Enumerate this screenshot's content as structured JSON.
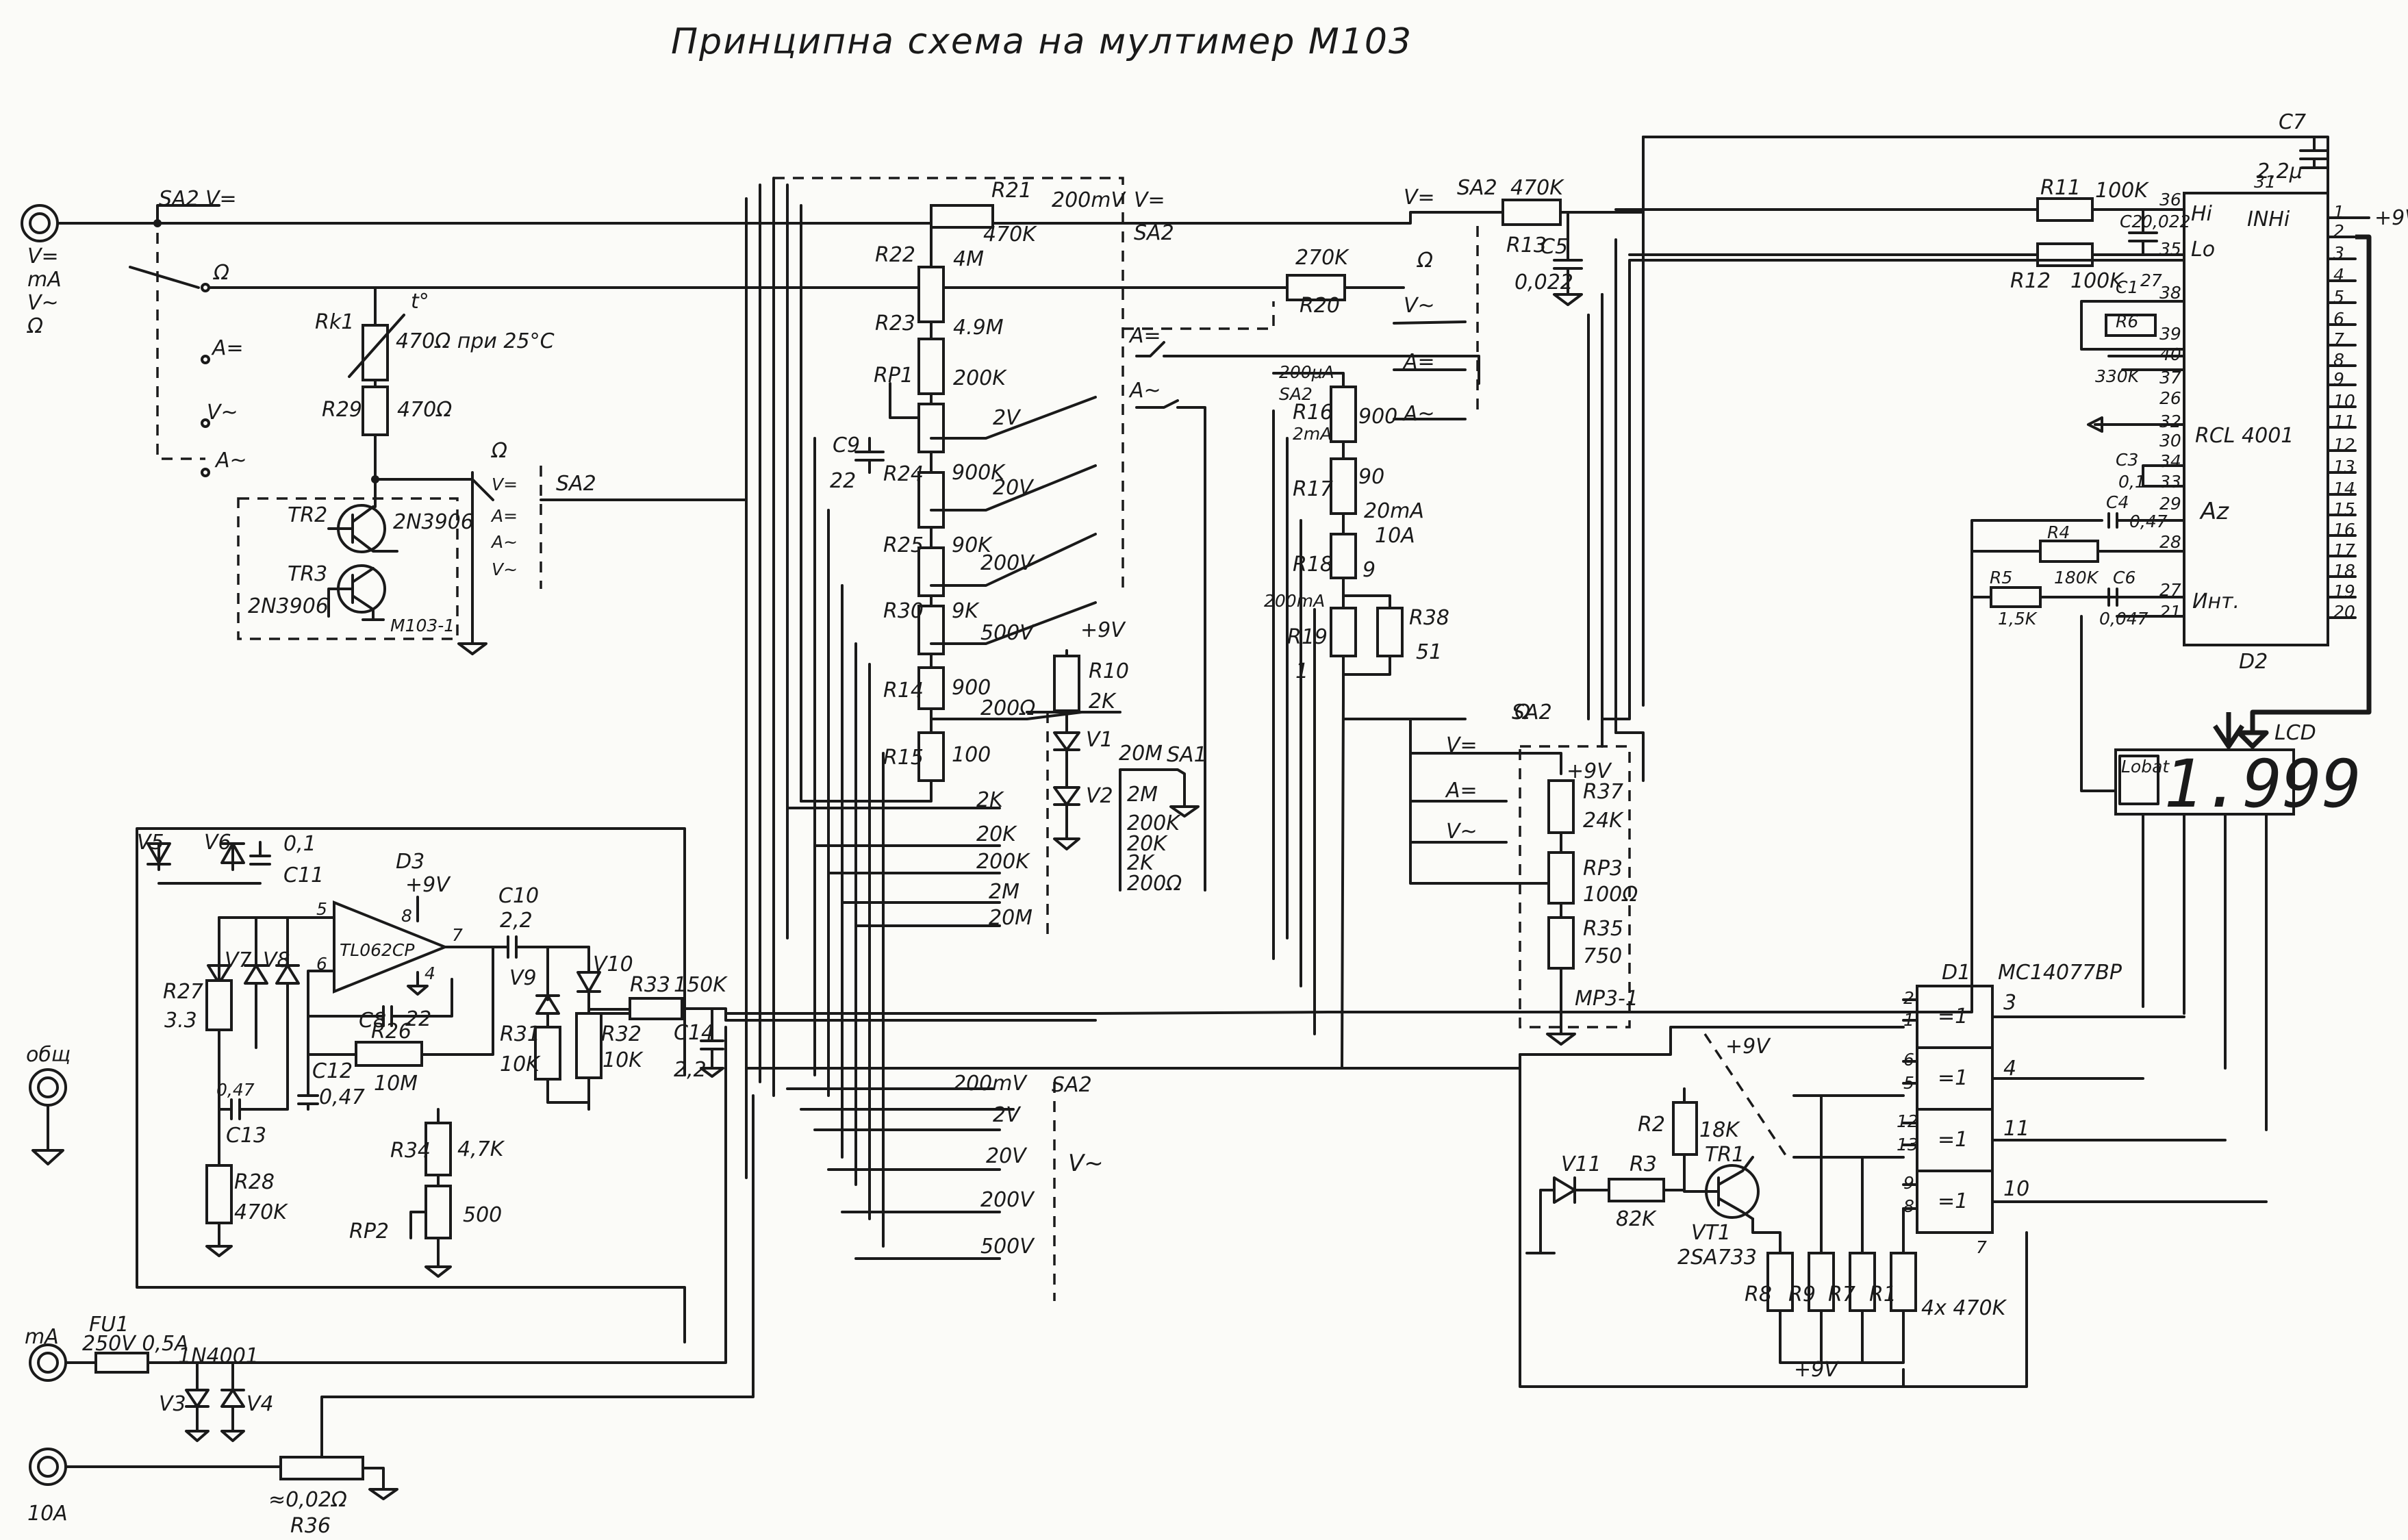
{
  "title": "Принципна   схема на мултимер М103",
  "jacks": {
    "main": [
      "V=",
      "mA",
      "V~",
      "Ω"
    ],
    "common": "общ",
    "ma": "mA",
    "tenA": "10A"
  },
  "switches": {
    "sa2": "SA2",
    "sa1": "SA1",
    "v_dc": "V=",
    "ohm": "Ω",
    "a_dc": "A=",
    "v_ac": "V~",
    "a_ac": "A~",
    "v_ac_pos": "V~"
  },
  "thermistor": {
    "ref": "Rk1",
    "value": "470Ω при 25°C",
    "t": "t°"
  },
  "r29": {
    "ref": "R29",
    "value": "470Ω"
  },
  "transistors": {
    "tr2": "TR2",
    "tr2_type": "2N3906",
    "tr3": "TR3",
    "tr3_type": "2N3906",
    "module": "M103-1"
  },
  "divider": {
    "r21": "R21",
    "r21v": "470K",
    "r22": "R22",
    "r22v": "4M",
    "r23": "R23",
    "r23v": "4.9M",
    "rp1": "RP1",
    "rp1v": "200K",
    "r24": "R24",
    "r24v": "900K",
    "r25": "R25",
    "r25v": "90K",
    "r30": "R30",
    "r30v": "9K",
    "r14": "R14",
    "r14v": "900",
    "r15": "R15",
    "r15v": "100",
    "c9": "C9",
    "c9v": "22",
    "ranges_v": [
      "200mV",
      "2V",
      "20V",
      "200V",
      "500V"
    ],
    "ranges_ohm": [
      "200Ω",
      "2K",
      "20K",
      "200K",
      "2M",
      "20M"
    ]
  },
  "r10": {
    "ref": "R10",
    "value": "2K",
    "supply": "+9V"
  },
  "diodes_v": {
    "v1": "V1",
    "v2": "V2"
  },
  "sa1_list": [
    "20M",
    "2M",
    "200K",
    "20K",
    "2K",
    "200Ω"
  ],
  "shunts": {
    "r16": "R16",
    "r16v": "900",
    "r17": "R17",
    "r17v": "90",
    "r18": "R18",
    "r18v": "9",
    "r19": "R19",
    "r19v": "1",
    "r38": "R38",
    "r38v": "51",
    "rng_200uA": "200μA",
    "rng_2mA": "2mA",
    "rng_20mA": "20mA",
    "rng_10A": "10A",
    "rng_200mA": "200mA"
  },
  "r20": {
    "ref": "R20",
    "value": "270K"
  },
  "r13": {
    "ref": "R13",
    "value": "470K"
  },
  "c5": {
    "ref": "C5",
    "value": "0,022"
  },
  "c7": {
    "ref": "C7",
    "value": "2,2μ"
  },
  "supply_plus": "+9V",
  "adc": {
    "ref": "D2",
    "type": "RCL 4001",
    "pins_left": [
      "36",
      "35",
      "38",
      "39",
      "40",
      "37",
      "26",
      "32",
      "30",
      "34",
      "33",
      "29",
      "28",
      "27",
      "21"
    ],
    "pins_right": [
      "1",
      "2",
      "3",
      "4",
      "5",
      "6",
      "7",
      "8",
      "9",
      "10",
      "11",
      "12",
      "13",
      "14",
      "15",
      "16",
      "17",
      "18",
      "19",
      "20"
    ],
    "pin31": "31",
    "hi": "Hi",
    "lo": "Lo",
    "inhi": "INHi",
    "az": "Az",
    "int": "Инт."
  },
  "adc_parts": {
    "r11": "R11",
    "r11v": "100K",
    "r12": "R12",
    "r12v": "100K",
    "c2": "C2",
    "c2v": "0,022",
    "c1": "C1",
    "c1v": "27",
    "r6": "R6",
    "r6v": "330K",
    "c3": "C3",
    "c3v": "0,1",
    "c4": "C4",
    "c4v": "0,47",
    "r4": "R4",
    "r4v": "180K",
    "r5": "R5",
    "r5v": "1,5K",
    "c6": "C6",
    "c6v": "0,047"
  },
  "lcd": {
    "label": "LCD",
    "batt": "Lobat",
    "digits": "1.999"
  },
  "xor": {
    "ref": "D1",
    "type": "MC14077BP",
    "gate": "=1",
    "in_pins": [
      "2",
      "1",
      "6",
      "5",
      "12",
      "13",
      "9",
      "8"
    ],
    "out_pins": [
      "3",
      "4",
      "11",
      "10"
    ],
    "pin7": "7"
  },
  "lobat": {
    "r2": "R2",
    "r2v": "18K",
    "r3": "R3",
    "r3v": "82K",
    "tr1": "TR1",
    "vt1": "VT1",
    "vt1t": "2SA733",
    "v11": "V11",
    "rnet": [
      "R8",
      "R9",
      "R7",
      "R1"
    ],
    "rnetv": "4x 470K",
    "supply": "+9V"
  },
  "mp3": {
    "r37": "R37",
    "r37v": "24K",
    "rp3": "RP3",
    "rp3v": "100Ω",
    "r35": "R35",
    "r35v": "750",
    "module": "MP3-1",
    "supply": "+9V"
  },
  "acconv": {
    "op": "TL062CP",
    "d3": "D3",
    "supply": "+9V",
    "pin5": "5",
    "pin6": "6",
    "pin7": "7",
    "pin8": "8",
    "pin4": "4",
    "v5": "V5",
    "v6": "V6",
    "v7": "V7",
    "v8": "V8",
    "v9": "V9",
    "v10": "V10",
    "c11": "C11",
    "c11v": "0,1",
    "c10": "C10",
    "c10v": "2,2",
    "c8": "C8",
    "c8v": "22",
    "r26": "R26",
    "r26v": "10M",
    "c12": "C12",
    "c12v": "0,47",
    "c13": "C13",
    "r27": "R27",
    "r27v": "3.3",
    "r28": "R28",
    "r28v": "470K",
    "r31": "R31",
    "r31v": "10K",
    "r32": "R32",
    "r32v": "10K",
    "r33": "R33",
    "r33v": "150K",
    "c14": "C14",
    "c14v": "2,2",
    "r34": "R34",
    "r34v": "4,7K",
    "rp2": "RP2",
    "rp2v": "500"
  },
  "acsel": {
    "ranges": [
      "200mV",
      "2V",
      "20V",
      "200V",
      "500V"
    ],
    "label": "V~"
  },
  "input": {
    "fu1": "FU1",
    "fu1v": "250V 0,5A",
    "diode": "1N4001",
    "v3": "V3",
    "v4": "V4",
    "r36": "R36",
    "r36v": "≈0,02Ω"
  }
}
